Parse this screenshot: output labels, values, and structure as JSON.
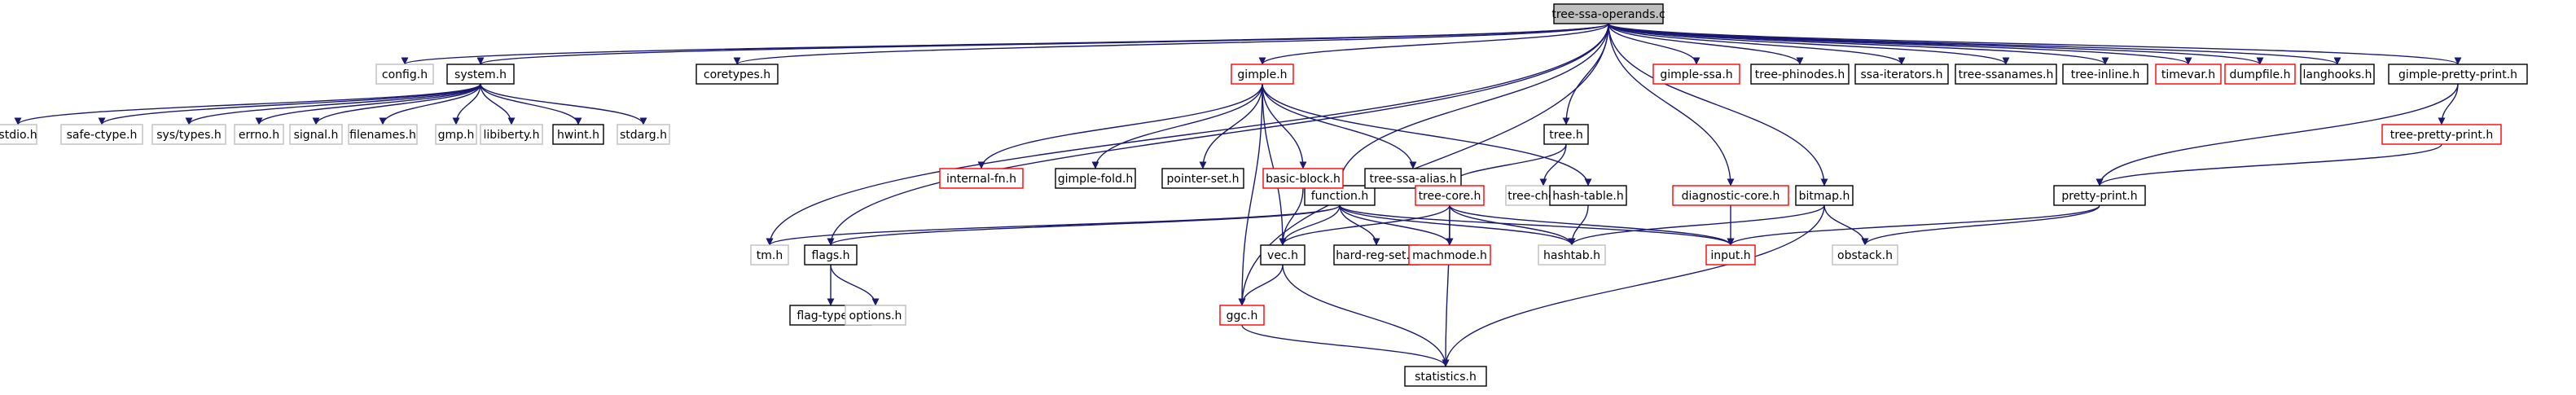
{
  "title": "tree-ssa-operands.c",
  "colors": {
    "root_fill": "#bfbfbf",
    "edge": "#191970",
    "border_black": "#000000",
    "border_red": "#ff0000",
    "border_gray": "#bfbfbf",
    "text": "#000000"
  },
  "nodes": [
    {
      "id": "root",
      "label": "tree-ssa-operands.c",
      "style": "root"
    },
    {
      "id": "config",
      "label": "config.h",
      "style": "gray"
    },
    {
      "id": "system",
      "label": "system.h",
      "style": "black"
    },
    {
      "id": "coretypes",
      "label": "coretypes.h",
      "style": "black"
    },
    {
      "id": "tm",
      "label": "tm.h",
      "style": "gray"
    },
    {
      "id": "flags",
      "label": "flags.h",
      "style": "black"
    },
    {
      "id": "ggc",
      "label": "ggc.h",
      "style": "red"
    },
    {
      "id": "gimple",
      "label": "gimple.h",
      "style": "red"
    },
    {
      "id": "tree",
      "label": "tree.h",
      "style": "black"
    },
    {
      "id": "function",
      "label": "function.h",
      "style": "black"
    },
    {
      "id": "diagcore",
      "label": "diagnostic-core.h",
      "style": "red"
    },
    {
      "id": "bitmap",
      "label": "bitmap.h",
      "style": "black"
    },
    {
      "id": "gimplessa",
      "label": "gimple-ssa.h",
      "style": "red"
    },
    {
      "id": "treephinodes",
      "label": "tree-phinodes.h",
      "style": "black"
    },
    {
      "id": "ssaiter",
      "label": "ssa-iterators.h",
      "style": "black"
    },
    {
      "id": "treessanames",
      "label": "tree-ssanames.h",
      "style": "black"
    },
    {
      "id": "treeinline",
      "label": "tree-inline.h",
      "style": "black"
    },
    {
      "id": "timevar",
      "label": "timevar.h",
      "style": "red"
    },
    {
      "id": "dumpfile",
      "label": "dumpfile.h",
      "style": "red"
    },
    {
      "id": "langhooks",
      "label": "langhooks.h",
      "style": "black"
    },
    {
      "id": "gimpleprettyprint",
      "label": "gimple-pretty-print.h",
      "style": "black"
    },
    {
      "id": "stdio",
      "label": "stdio.h",
      "style": "gray"
    },
    {
      "id": "safectype",
      "label": "safe-ctype.h",
      "style": "gray"
    },
    {
      "id": "systypes",
      "label": "sys/types.h",
      "style": "gray"
    },
    {
      "id": "errno",
      "label": "errno.h",
      "style": "gray"
    },
    {
      "id": "signal",
      "label": "signal.h",
      "style": "gray"
    },
    {
      "id": "filenames",
      "label": "filenames.h",
      "style": "gray"
    },
    {
      "id": "gmp",
      "label": "gmp.h",
      "style": "gray"
    },
    {
      "id": "libiberty",
      "label": "libiberty.h",
      "style": "gray"
    },
    {
      "id": "hwint",
      "label": "hwint.h",
      "style": "black"
    },
    {
      "id": "stdarg",
      "label": "stdarg.h",
      "style": "gray"
    },
    {
      "id": "internalfn",
      "label": "internal-fn.h",
      "style": "red"
    },
    {
      "id": "gimplefold",
      "label": "gimple-fold.h",
      "style": "black"
    },
    {
      "id": "pointerset",
      "label": "pointer-set.h",
      "style": "black"
    },
    {
      "id": "basicblock",
      "label": "basic-block.h",
      "style": "red"
    },
    {
      "id": "treessaalias",
      "label": "tree-ssa-alias.h",
      "style": "black"
    },
    {
      "id": "treecheck",
      "label": "tree-check.h",
      "style": "gray"
    },
    {
      "id": "treecore",
      "label": "tree-core.h",
      "style": "red"
    },
    {
      "id": "hashtable",
      "label": "hash-table.h",
      "style": "black"
    },
    {
      "id": "treeprettyprint",
      "label": "tree-pretty-print.h",
      "style": "red"
    },
    {
      "id": "prettyprint",
      "label": "pretty-print.h",
      "style": "black"
    },
    {
      "id": "flagtypes",
      "label": "flag-types.h",
      "style": "black"
    },
    {
      "id": "options",
      "label": "options.h",
      "style": "gray"
    },
    {
      "id": "vec",
      "label": "vec.h",
      "style": "black"
    },
    {
      "id": "hardregset",
      "label": "hard-reg-set.h",
      "style": "black"
    },
    {
      "id": "machmode",
      "label": "machmode.h",
      "style": "red"
    },
    {
      "id": "hashtab",
      "label": "hashtab.h",
      "style": "gray"
    },
    {
      "id": "input",
      "label": "input.h",
      "style": "red"
    },
    {
      "id": "obstack",
      "label": "obstack.h",
      "style": "gray"
    },
    {
      "id": "statistics",
      "label": "statistics.h",
      "style": "black"
    }
  ],
  "edges": [
    [
      "root",
      "config"
    ],
    [
      "root",
      "system"
    ],
    [
      "root",
      "coretypes"
    ],
    [
      "root",
      "tm"
    ],
    [
      "root",
      "flags"
    ],
    [
      "root",
      "ggc"
    ],
    [
      "root",
      "gimple"
    ],
    [
      "root",
      "tree"
    ],
    [
      "root",
      "function"
    ],
    [
      "root",
      "diagcore"
    ],
    [
      "root",
      "bitmap"
    ],
    [
      "root",
      "gimplessa"
    ],
    [
      "root",
      "treephinodes"
    ],
    [
      "root",
      "ssaiter"
    ],
    [
      "root",
      "treessanames"
    ],
    [
      "root",
      "treeinline"
    ],
    [
      "root",
      "timevar"
    ],
    [
      "root",
      "dumpfile"
    ],
    [
      "root",
      "langhooks"
    ],
    [
      "root",
      "gimpleprettyprint"
    ],
    [
      "system",
      "stdio"
    ],
    [
      "system",
      "safectype"
    ],
    [
      "system",
      "systypes"
    ],
    [
      "system",
      "errno"
    ],
    [
      "system",
      "signal"
    ],
    [
      "system",
      "filenames"
    ],
    [
      "system",
      "gmp"
    ],
    [
      "system",
      "libiberty"
    ],
    [
      "system",
      "hwint"
    ],
    [
      "system",
      "stdarg"
    ],
    [
      "gimple",
      "internalfn"
    ],
    [
      "gimple",
      "gimplefold"
    ],
    [
      "gimple",
      "pointerset"
    ],
    [
      "gimple",
      "basicblock"
    ],
    [
      "gimple",
      "treessaalias"
    ],
    [
      "gimple",
      "hashtable"
    ],
    [
      "gimple",
      "ggc"
    ],
    [
      "gimple",
      "vec"
    ],
    [
      "basicblock",
      "function"
    ],
    [
      "basicblock",
      "vec"
    ],
    [
      "tree",
      "treecore"
    ],
    [
      "tree",
      "treecheck"
    ],
    [
      "function",
      "tm"
    ],
    [
      "function",
      "flags"
    ],
    [
      "function",
      "vec"
    ],
    [
      "function",
      "hardregset"
    ],
    [
      "function",
      "machmode"
    ],
    [
      "function",
      "hashtab"
    ],
    [
      "function",
      "input"
    ],
    [
      "treecore",
      "vec"
    ],
    [
      "treecore",
      "machmode"
    ],
    [
      "treecore",
      "hashtab"
    ],
    [
      "treecore",
      "input"
    ],
    [
      "treecore",
      "statistics"
    ],
    [
      "hashtable",
      "hashtab"
    ],
    [
      "diagcore",
      "input"
    ],
    [
      "bitmap",
      "hashtab"
    ],
    [
      "bitmap",
      "obstack"
    ],
    [
      "bitmap",
      "statistics"
    ],
    [
      "gimpleprettyprint",
      "treeprettyprint"
    ],
    [
      "gimpleprettyprint",
      "prettyprint"
    ],
    [
      "treeprettyprint",
      "prettyprint"
    ],
    [
      "prettyprint",
      "input"
    ],
    [
      "prettyprint",
      "obstack"
    ],
    [
      "flags",
      "flagtypes"
    ],
    [
      "flags",
      "options"
    ],
    [
      "vec",
      "ggc"
    ],
    [
      "vec",
      "statistics"
    ],
    [
      "ggc",
      "statistics"
    ]
  ]
}
